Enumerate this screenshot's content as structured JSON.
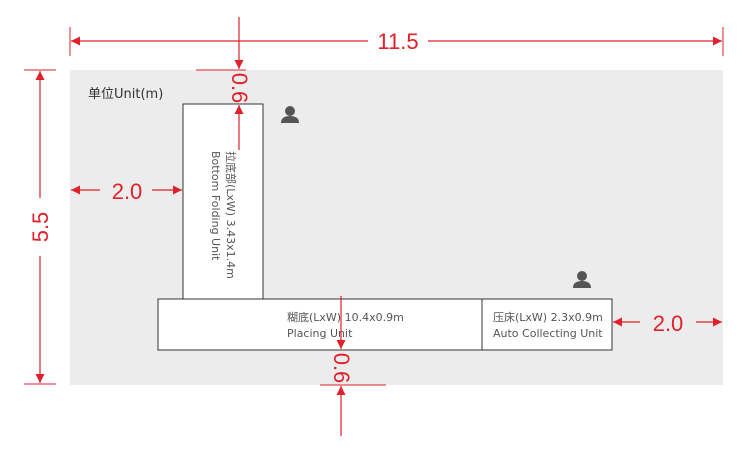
{
  "unit_label": "单位Unit(m)",
  "dimensions": {
    "total_length": "11.5",
    "total_width": "5.5",
    "top_gap": "0.6",
    "left_gap": "2.0",
    "bottom_gap": "0.6",
    "right_gap": "2.0"
  },
  "units": {
    "bottom_folding": {
      "line1": "拉底部(LxW) 3.43x1.4m",
      "line2": "Bottom Folding Unit"
    },
    "placing": {
      "line1": "糊底(LxW) 10.4x0.9m",
      "line2": "Placing Unit"
    },
    "auto_collecting": {
      "line1": "压床(LxW) 2.3x0.9m",
      "line2": "Auto Collecting Unit"
    }
  },
  "colors": {
    "dimension": "#e0202a",
    "floor": "#ececec",
    "unit_fill": "#ffffff",
    "unit_stroke": "#333333",
    "operator": "#555555"
  },
  "icons": [
    "operator-person-icon",
    "operator-person-icon"
  ]
}
